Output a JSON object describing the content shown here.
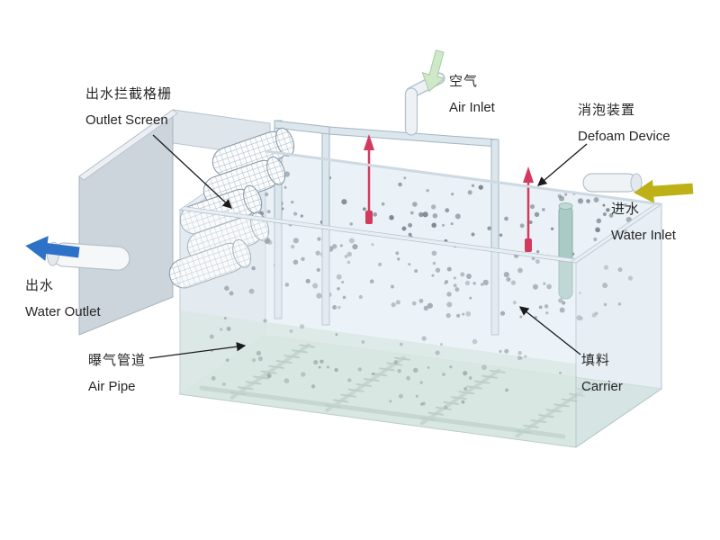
{
  "labels": {
    "outlet_screen": {
      "zh": "出水拦截格栅",
      "en": "Outlet Screen"
    },
    "air_inlet": {
      "zh": "空气",
      "en": "Air Inlet"
    },
    "defoam_device": {
      "zh": "消泡装置",
      "en": "Defoam Device"
    },
    "water_inlet": {
      "zh": "进水",
      "en": "Water Inlet"
    },
    "water_outlet": {
      "zh": "出水",
      "en": "Water Outlet"
    },
    "air_pipe": {
      "zh": "曝气管道",
      "en": "Air Pipe"
    },
    "carrier": {
      "zh": "填料",
      "en": "Carrier"
    }
  },
  "colors": {
    "water_outlet_arrow": "#2e72c8",
    "water_inlet_arrow": "#bdb117",
    "air_inlet_arrow": "#cfe8ca",
    "defoam_device": "#d23b5f",
    "tank_wall": "#d9e2ea",
    "tank_floor": "#c6dcd3",
    "air_pipe": "#b2c9be",
    "carrier_dot": "#7b848d",
    "leader_line": "#1b1b1b"
  }
}
